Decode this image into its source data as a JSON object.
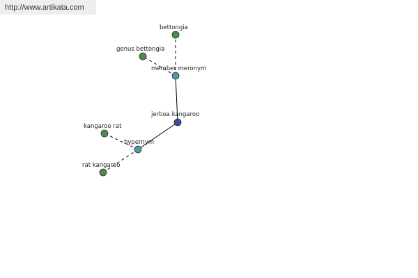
{
  "source": {
    "url_text": "http://www.artikata.com"
  },
  "colors": {
    "background": "#ffffff",
    "banner": "#eeeeee",
    "edge": "#000000",
    "leaf_node": "#4e8a4e",
    "relation_node": "#4f9aa8",
    "root_node": "#3d4aa0",
    "node_stroke": "#2b2b2b"
  },
  "graph": {
    "nodes": [
      {
        "id": "jerboa-kangaroo",
        "label": "jerboa kangaroo",
        "kind": "root"
      },
      {
        "id": "member-meronym",
        "label": "member meronym",
        "kind": "relation"
      },
      {
        "id": "hypernym",
        "label": "hypernym",
        "kind": "relation"
      },
      {
        "id": "bettongia",
        "label": "bettongia",
        "kind": "leaf"
      },
      {
        "id": "genus-bettongia",
        "label": "genus bettongia",
        "kind": "leaf"
      },
      {
        "id": "kangaroo-rat",
        "label": "kangaroo rat",
        "kind": "leaf"
      },
      {
        "id": "rat-kangaroo",
        "label": "rat kangaroo",
        "kind": "leaf"
      }
    ],
    "edges": [
      {
        "from": "jerboa-kangaroo",
        "to": "member-meronym",
        "style": "solid"
      },
      {
        "from": "jerboa-kangaroo",
        "to": "hypernym",
        "style": "solid"
      },
      {
        "from": "member-meronym",
        "to": "bettongia",
        "style": "dashed"
      },
      {
        "from": "member-meronym",
        "to": "genus-bettongia",
        "style": "dashed"
      },
      {
        "from": "hypernym",
        "to": "kangaroo-rat",
        "style": "dashed"
      },
      {
        "from": "hypernym",
        "to": "rat-kangaroo",
        "style": "dashed"
      }
    ]
  }
}
